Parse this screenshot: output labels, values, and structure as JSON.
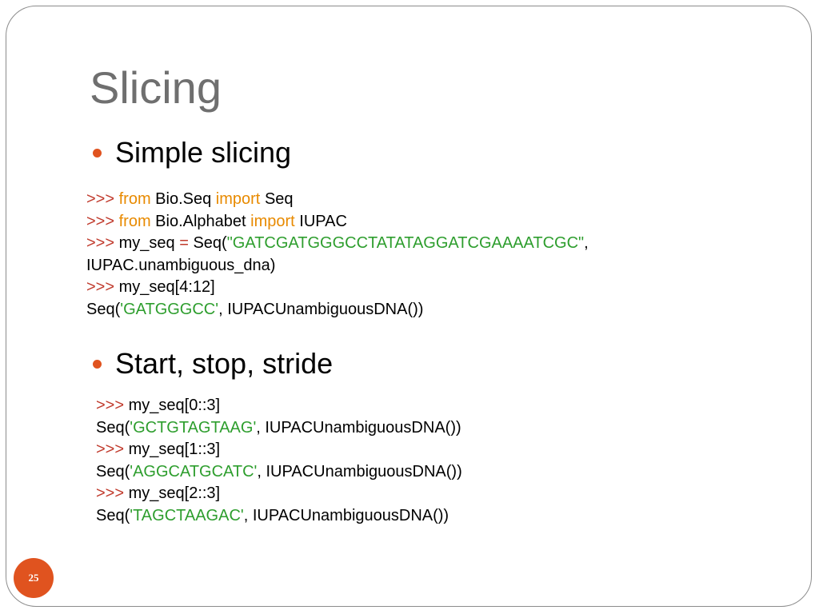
{
  "colors": {
    "accent": "#e0531f",
    "title": "#6f6f6f",
    "prompt": "#c0392b",
    "keyword": "#e88a00",
    "string": "#2e9e2e"
  },
  "slide": {
    "title": "Slicing",
    "page_number": "25"
  },
  "section1": {
    "bullet": "Simple slicing",
    "code": {
      "line1": {
        "prompt": ">>>",
        "kw1": "from",
        "t1": "Bio.Seq",
        "kw2": "import",
        "t2": "Seq"
      },
      "line2": {
        "prompt": ">>>",
        "kw1": "from",
        "t1": "Bio.Alphabet",
        "kw2": "import",
        "t2": "IUPAC"
      },
      "line3": {
        "prompt": ">>>",
        "t1": "my_seq",
        "eq": "=",
        "t2": "Seq(",
        "str": "\"GATCGATGGGCCTATATAGGATCGAAAATCGC\"",
        "t3": ","
      },
      "line4": {
        "t1": "IUPAC.unambiguous_dna)"
      },
      "line5": {
        "prompt": ">>>",
        "t1": "my_seq[4:12]"
      },
      "line6": {
        "t1": "Seq(",
        "str": "'GATGGGCC'",
        "t2": ", IUPACUnambiguousDNA())"
      }
    }
  },
  "section2": {
    "bullet": "Start, stop, stride",
    "code": {
      "line1": {
        "prompt": ">>>",
        "t1": "my_seq[0::3]"
      },
      "line2": {
        "t1": "Seq(",
        "str": "'GCTGTAGTAAG'",
        "t2": ", IUPACUnambiguousDNA())"
      },
      "line3": {
        "prompt": ">>>",
        "t1": "my_seq[1::3]"
      },
      "line4": {
        "t1": "Seq(",
        "str": "'AGGCATGCATC'",
        "t2": ", IUPACUnambiguousDNA())"
      },
      "line5": {
        "prompt": ">>>",
        "t1": "my_seq[2::3]"
      },
      "line6": {
        "t1": "Seq(",
        "str": "'TAGCTAAGAC'",
        "t2": ", IUPACUnambiguousDNA())"
      }
    }
  }
}
